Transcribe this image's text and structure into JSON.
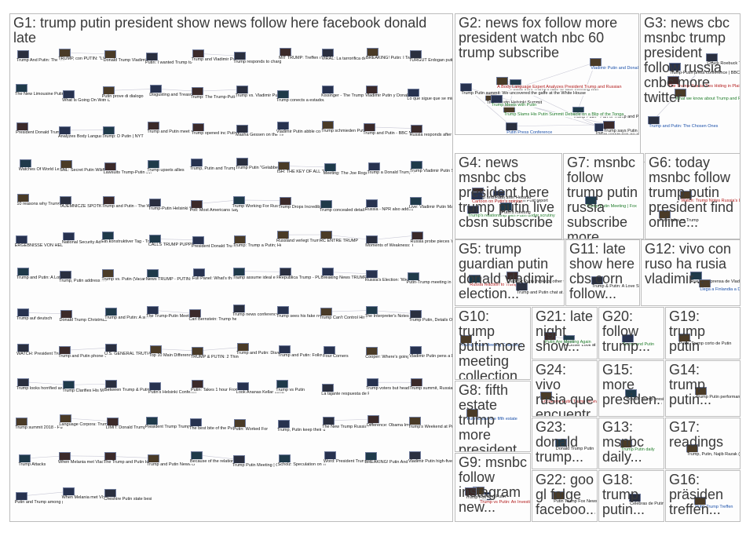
{
  "groups": [
    {
      "id": "G1",
      "label": "G1: trump putin president show news follow here facebook donald late",
      "captions": [
        "Trump And Putin: The Back Togethe",
        "TRUMP, con PUTIN: \"Llevaremos bien con Rusia no es malo\"",
        "Donald Trump Vladimir Putin meeting in Helsinki",
        "Putin: I wanted Trump to win",
        "Trump and Vladimir Putin Sit Down For Face-To-Face Ta",
        "Trump responds to charges election was influenced by",
        "MIT TRUMP: Treffen das Lach",
        "VIRAL: La tarrorifica de Melania Trump",
        "BREAKING! Putin: I Talked with Trump At G20 Dinner",
        "TURGUT Erdogan putin stresi",
        "The New Limousine Putin vs Limousine Trump Rev",
        "What Is Going On With Donald Trump And Putin? | The Daily Sh",
        "Putin prove di dialogo",
        "Disgusting and Treasonous Trump-Putin Conference, Jo",
        "Trump: The Trump-Putin Phenomenon",
        "Trump vs. Vladimir Putin",
        "Trump conects a estadounidense conversaciones antes",
        "Kissinger - The Trump Putin mehr Ang",
        "Vladimir Putin y Donald Trump se reunen en Helsinki",
        "Lo que sigue que se mire primera reunion de",
        "President Donald Trump's Historic Russia Denial Wi Follow",
        "Analyzes Body Language: Trump and Putin at Their Fi",
        "Trump: D Putin | NYT",
        "Trump and Putin meet and shake hands ahead of meeting at the",
        "Trump opened inc Putin relationship",
        "Masha Gessen on the Trump - Putin relationship - the fifth est",
        "Vladimir Putin abble con Donald Trump",
        "Trump schmieden Putin Schaltanz",
        "Trump and Putin - BBC News (2018)",
        "Russia responds after Trump says U.S. will withdraw from nuc",
        "Watches Of World Leaders & Prominent Figures | Trump Putin",
        "SNL: Secret Putin Wildlife Ad (2018)",
        "Lawsuits Trump-Putin over Putin, Saudi handshake",
        "Trump upsets allies",
        "Trump, Putin and Trump-Putin-Skripal: Conferenz in Helsinki",
        "Trump Putin \"Gelabber\"",
        "ISH: THE KEY OF ALL TESLA KEYSTONE!!! PUTIN-TRUMP",
        "Meeting: The Joe Rogan Meeting In Hillary Lies, Journals",
        "Trump a Donald Trump vs Russia",
        "Trump Vladimir Putin Style",
        "10 reasons why Trump is a Russian asset",
        "TAJEMNICZE SPOTKANIE TRUMP - PUTIN w Helsinki",
        "Trump and Putin - The World Ri",
        "Trump-Putin Helsinki Summit: Bombshells",
        "Poll: Most Americans Say Another Trump-Putin Summit",
        "Trump Working For Russia?",
        "Trump Drops Incredible Bomb On Helsinki",
        "Trump concealed details of Putin meeting: Report",
        "Russia - NPR also added explains",
        "Live: Vladimir Putin Masters in Helsinki",
        "ERGEBNISSE VON HELSINKI: Pressekonferenz von Trump und Putin",
        "National Security Adv Bolton secures second",
        "Ein konstruktiver Tag - Trump OK: Putin Wollen Konversation",
        "CALLS TRUMP PUPPET, OBAMA DIDN'T GET VETO URANIUM",
        "President Donald Trump Meets with Putin At The White",
        "Trump: Trump a Putin; Helsinki meeting",
        "Russland verlegt Trump Putin Treffen | Europa im Fadenkreuz",
        "RC ENTRE TRUMP",
        "Moments of Weakness: Trump Putin, Erdogan and ein Richt",
        "Russia probe pieces 'meeting'",
        "Trump and Putin: A Lot of NYT Opinion - Trump",
        "Trump, Putin address Interference In U.S. el",
        "Trump vs. Putin (Vacanze in Romania)",
        "News TRUMP - PUTIN: Helsinki Summit",
        "Full Panel: What's the story with Donald Trump and Vladimir",
        "Trump assume ideal e Putin interpreta 10",
        "Republica Trump - PUTIN: Vladimir Putin",
        "Breaking News TRUMP - PUTIN with Chris Cuomo CNN News",
        "Russia's Election: 'We're All To Blame'",
        "Putin-Trump meeting in Helsinki: Bilateral talks kick off",
        "Trump auf deutsch",
        "Donald Trump Christmas Cold Open - SNL",
        "Trump and Putin: A surreal conference in US politics",
        "The Trump-Putin Meeting: Helsinki Conference",
        "Carl Bernstein: Trump helped Putin destabilize US",
        "Trump news conference after the Helsinki summit",
        "Trump sees his fake news media were not",
        "Trump Can't Control Himself Around Putin",
        "The Interpreter's Notes From the Trump-Putin Meeting",
        "Trump Putin, Details Of Putin",
        "WATCH: President Trump and Putin joint press",
        "Trump and Putin phone-on-one",
        "U.S. GENERAL TRUTH: ATTACKS ON NATO AS A GIFT TO P",
        "Top 10 Main Differences Between Putin & Trump",
        "TRUMP & PUTIN: 2 Things No ONE Noticed (Body Language Breaki",
        "Trump and Putin: Disastrous Summit - Putin | The",
        "Trump and Putin: Follow the money (1/2)",
        "Four Corners",
        "Cooper: Where's going on with Trump, Russia is something",
        "Vladimir Putin pens a Donald Trump e as Eleições",
        "Trump looks horrified as Putin takes president Putin",
        "Trump Clarifies His Meeting With Vladimir Putin In Jerusalem",
        "Between Trump & Putin Conference | Our Car",
        "Putin's Helsinki Conference - DW Türkçe",
        "Putin: Takes 1 hour From Trump-Putin Meeting",
        "Look Ananas Kellar content Trump-Putin Meeting Secr",
        "Trump vs Putin",
        "La tajante respuesta de Putin a la pregunta de un pre",
        "Trump voters but heads on Trump-Putin summit",
        "Trump summit, Russia trolls are stopping meeting with",
        "Trump summit 2018 - Putin India and the World",
        "Language Corpora: Trump and Putin Meeting",
        "LIMIT: Donald Trump and Putin",
        "President Trump Trump and Putin Meeting",
        "The best bite of the Putin-Trump 'bromance'",
        "Putin: Worked For",
        "Trump, Putin keep their distance as world leaders gather at",
        "The New Trump Russia Narrative Falls Apart... AGAIN?!",
        "Difference: Obama Imported Trump and Putin",
        "Trump's Weekend at Putin's Park",
        "Trump Attacks",
        "When Melania met Vladimir Putin, what Lady Melania Meet",
        "The Trump and Putin Handshake",
        "Trump and Putin News conference",
        "Because of the relationship Trump and Putin",
        "Trump Putin Meeting | Our Cartoon Presid",
        "Scholz: Speculation on Trump-Putin CONSPIRACY'S",
        "Word: President Trump With Putin & Marx",
        "BREAKING! Putin And Trump Don't Greet Each Other; Putin Hig",
        "Vladimir Putin high-fives Saudi Crown Prince Mohammad Bin Sa",
        "Putin and Trump among greeting at Elysee Pal",
        "When Melania met Vladimir Putin",
        "Cheshire Putin state beside Putin"
      ]
    },
    {
      "id": "G2",
      "label": "G2: news fox follow more president watch nbc 60 trump subscribe",
      "captions": [
        "Trump Putin - Part of Trump and Putin",
        "Vladimir Putin and Donald Trump Joint Press",
        "Trump Putin Helsinki Summit",
        "Trump Slams His Putin Summit Debacle on a Blip of the Tonga",
        "Follow from Trump's face-to-face meeting with",
        "A Body Language Expert Analyzes President Trump and Russian",
        "Trump meets one-on-one with Putin",
        "Trump Putin summit: We uncovered the gaffe at the White House",
        "Putin Press Conference",
        "Trump says Putin is \"probably\" involved in assassinations",
        "Trump Meets with Putin"
      ]
    },
    {
      "id": "G3",
      "label": "G3: news cbc msnbc trump president follow russia cnbc more twitter",
      "captions": [
        "Trump and Putin: The Chosen Ones",
        "Chuck Roebuck Trump and Putin's face-to-face meeting",
        "What we know about Trump and Putin's conversation",
        "Trump-Putin press conference | BBC News",
        "The Trump-Russia Ties Hiding in Plain Sight | CNBC"
      ]
    },
    {
      "id": "G4",
      "label": "G4: news msnbc cbs president here trump putin live cbsn subscribe",
      "captions": [
        "The Washington Post report",
        "Trump's relationship with Putin under scrutiny",
        "Trump and Putin after Helsinki",
        "Cartoon on Putin's opinion",
        "Putin's meeting"
      ]
    },
    {
      "id": "G7",
      "label": "G7: msnbc follow trump putin russia subscribe more...",
      "captions": [
        "Trump Putin Meeting | Fox"
      ]
    },
    {
      "id": "G6",
      "label": "G6: today msnbc follow trump putin president find online...",
      "captions": [
        "Putin talks on Trump",
        "Watch: Trump Notes Russia's Law Deal"
      ]
    },
    {
      "id": "G5",
      "label": "G5: trump guardian putin donald vladimir election...",
      "captions": [
        "Russia reaction to Trump",
        "Vladimir Putin thinks of other the Trump-Putin two-hour meeting",
        "Trump and Putin chat at Apec"
      ]
    },
    {
      "id": "G11",
      "label": "G11: late show here cbs corn follow...",
      "captions": [
        "Trump & Putin: A Love Story"
      ]
    },
    {
      "id": "G12",
      "label": "G12: vivo con ruso ha rusia vladimir...",
      "captions": [
        "Rueda de prensa de Vladimir Putin",
        "Llega a Finlandia a Donald Tr"
      ]
    },
    {
      "id": "G10",
      "label": "G10: trump putin more meeting collection...",
      "captions": [
        "Trump Putin Meeting Collection"
      ]
    },
    {
      "id": "G21",
      "label": "G21: late night show...",
      "captions": [
        "A Closer Look at Trump and Putin",
        "Putin Are Meeting Again"
      ]
    },
    {
      "id": "G20",
      "label": "G20: follow trump...",
      "captions": [
        "Trump and Putin"
      ]
    },
    {
      "id": "G19",
      "label": "G19: trump putin",
      "captions": [
        "Putin, Trump corto de Putin"
      ]
    },
    {
      "id": "G24",
      "label": "G24: vivo rusia que encuentr...",
      "captions": [
        "Encuentro Putin Trump en vivo"
      ]
    },
    {
      "id": "G15",
      "label": "G15: more presiden...",
      "captions": [
        "Scared Trump presidency"
      ]
    },
    {
      "id": "G14",
      "label": "G14: trump putin...",
      "captions": [
        "Trump Putin performance"
      ]
    },
    {
      "id": "G8",
      "label": "G8: fifth estate trump more president...",
      "captions": [
        "Putin's plan the fifth estate"
      ]
    },
    {
      "id": "G23",
      "label": "G23: donald trump...",
      "captions": [
        "Donald Trump Putin"
      ]
    },
    {
      "id": "G13",
      "label": "G13: msnbc daily...",
      "captions": [
        "Trump Putin daily"
      ]
    },
    {
      "id": "G17",
      "label": "G17: readings",
      "captions": [
        "Trump, Putin, Najib Razak (former PM of Malaysia), and NATO"
      ]
    },
    {
      "id": "G9",
      "label": "G9: msnbc follow instagram new...",
      "captions": [
        "Trump vs Putin: An Investigated Whether Trump & Putin Russia Was Secretly",
        "Trump and Putin",
        "Trump Fox"
      ]
    },
    {
      "id": "G22",
      "label": "G22: goo gl folge faceboo...",
      "captions": [
        "Putin Trump Fox News"
      ]
    },
    {
      "id": "G18",
      "label": "G18: trump putin...",
      "captions": [
        "Celebras de Putin"
      ]
    },
    {
      "id": "G16",
      "label": "G16: präsiden treffen...",
      "captions": [
        "Putin Trump Treffen"
      ]
    }
  ]
}
